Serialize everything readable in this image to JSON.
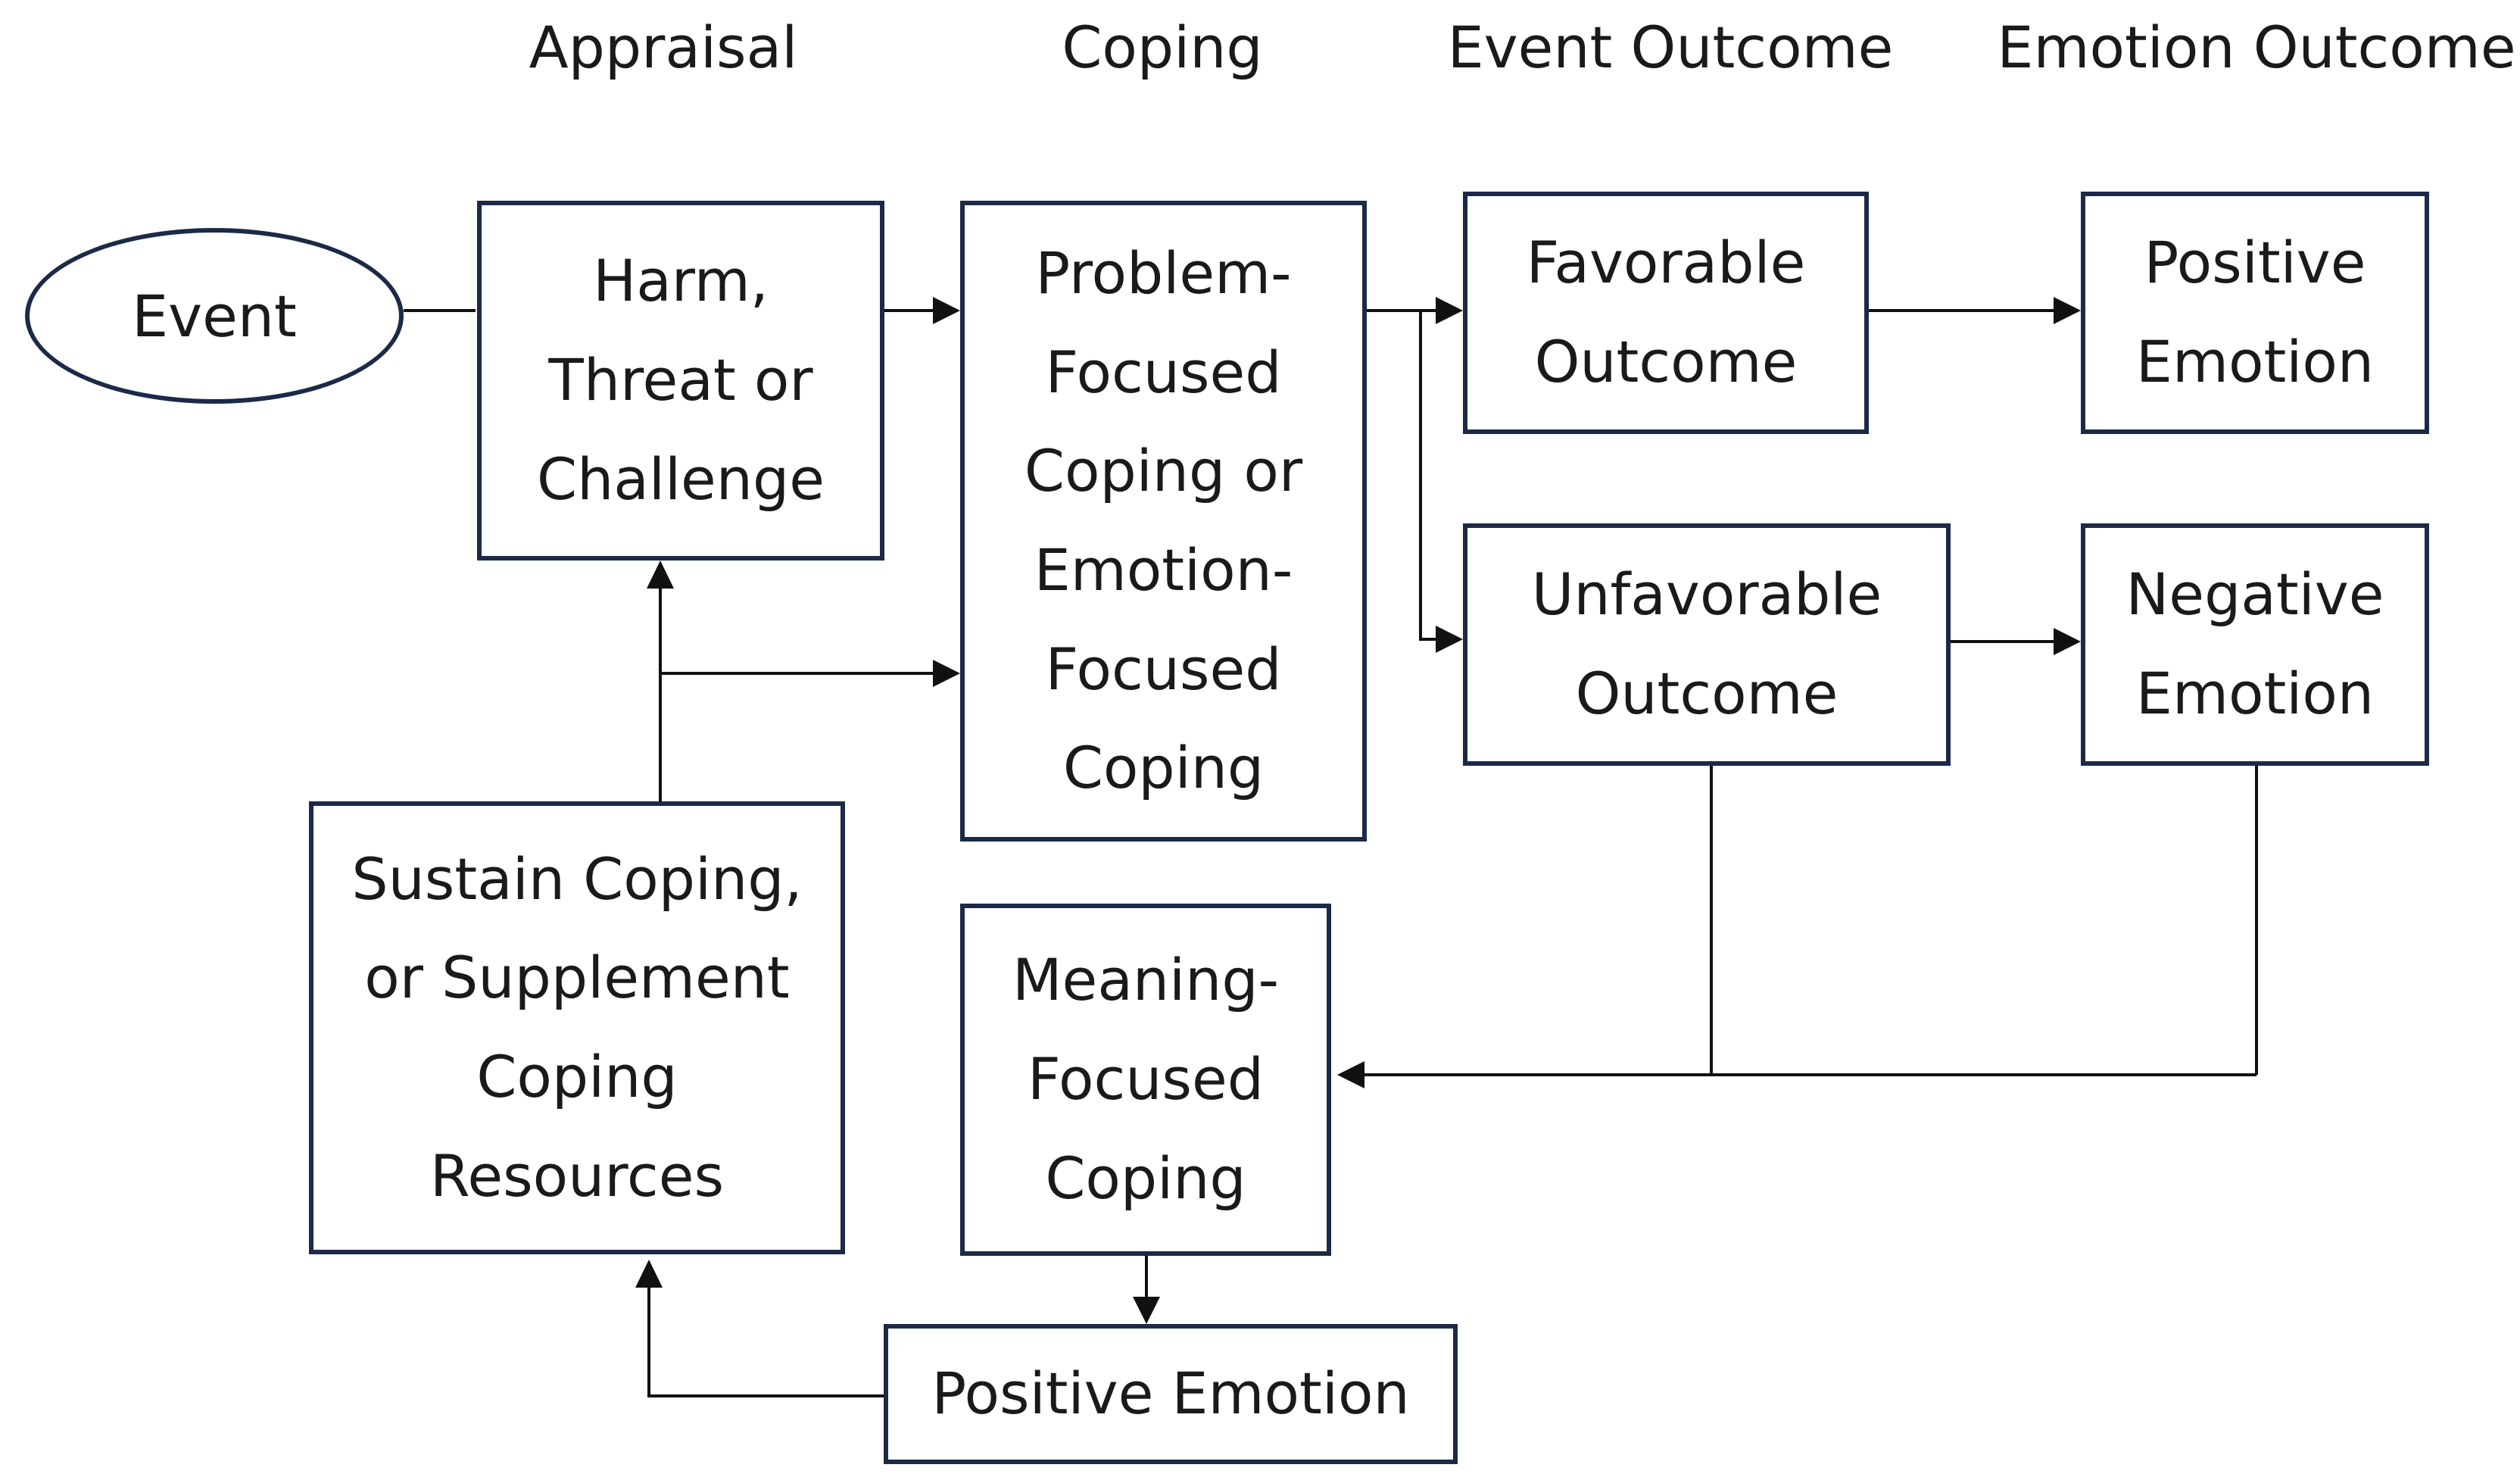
{
  "headers": {
    "appraisal": "Appraisal",
    "coping": "Coping",
    "event_outcome": "Event Outcome",
    "emotion_outcome": "Emotion Outcome"
  },
  "nodes": {
    "event": "Event",
    "appraisal_box": "Harm,\nThreat or\nChallenge",
    "coping_box": "Problem-\nFocused\nCoping or\nEmotion-\nFocused\nCoping",
    "favorable": "Favorable\nOutcome",
    "unfavorable": "Unfavorable\nOutcome",
    "positive_emotion_top": "Positive\nEmotion",
    "negative_emotion": "Negative\nEmotion",
    "sustain": "Sustain Coping,\nor Supplement\nCoping\nResources",
    "meaning": "Meaning-\nFocused\nCoping",
    "positive_emotion_bottom": "Positive Emotion"
  },
  "colors": {
    "border": "#1b2a47",
    "line": "#111111"
  }
}
